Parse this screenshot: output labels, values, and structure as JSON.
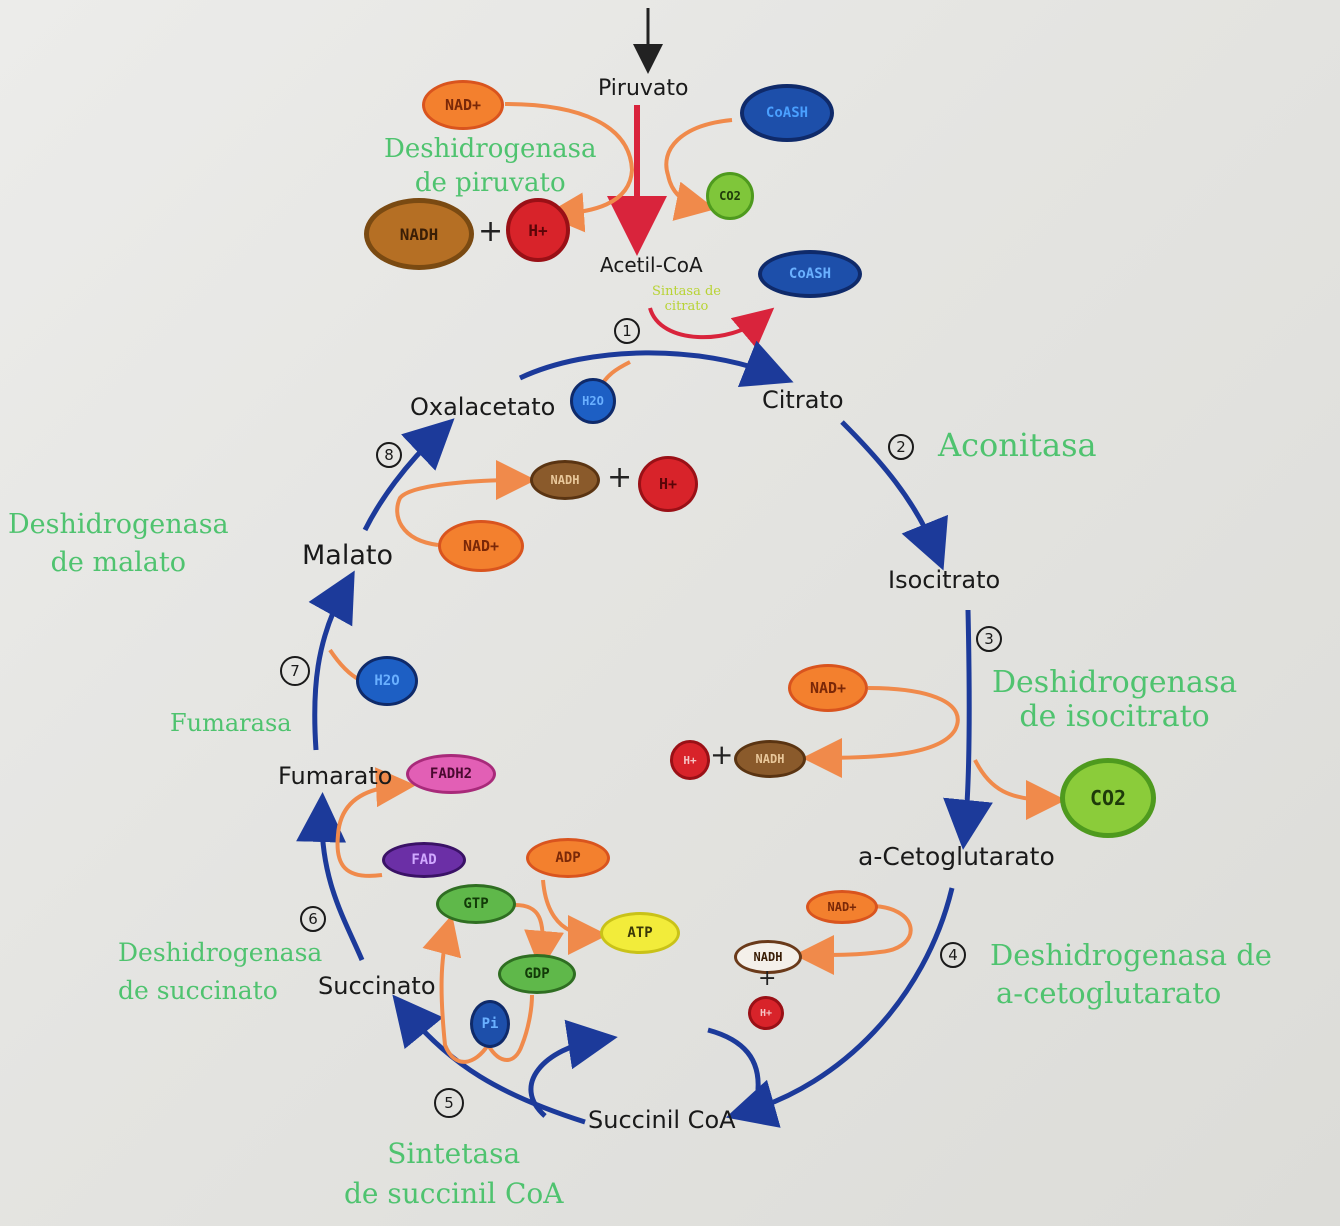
{
  "metabolites": {
    "piruvato": "Piruvato",
    "acetil_coa": "Acetil-CoA",
    "oxalacetato": "Oxalacetato",
    "citrato": "Citrato",
    "isocitrato": "Isocitrato",
    "a_cetoglutarato": "a-Cetoglutarato",
    "succinil_coa": "Succinil CoA",
    "succinato": "Succinato",
    "fumarato": "Fumarato",
    "malato": "Malato"
  },
  "enzymes": {
    "pdh": [
      "Deshidrogenasa",
      "de piruvato"
    ],
    "citrato_sintasa": [
      "Sintasa de",
      "citrato"
    ],
    "aconitasa": "Aconitasa",
    "idh": [
      "Deshidrogenasa",
      "de isocitrato"
    ],
    "akgdh": [
      "Deshidrogenasa de",
      "a-cetoglutarato"
    ],
    "scs": [
      "Sintetasa",
      "de succinil CoA"
    ],
    "sdh": [
      "Deshidrogenasa",
      "de succinato"
    ],
    "fumarasa": "Fumarasa",
    "mdh": [
      "Deshidrogenasa",
      "de malato"
    ]
  },
  "steps": [
    "1",
    "2",
    "3",
    "4",
    "5",
    "6",
    "7",
    "8"
  ],
  "cofactors": {
    "nad_pdh": "NAD+",
    "coash_in": "CoASH",
    "co2_pdh": "CO2",
    "nadh_pdh": "NADH",
    "h_pdh": "H+",
    "coash_out": "CoASH",
    "h2o_cs": "H2O",
    "nad_idh": "NAD+",
    "h_idh": "H+",
    "nadh_idh": "NADH",
    "co2_idh": "CO2",
    "nad_akg": "NAD+",
    "nadh_akg": "NADH",
    "h_akg": "H+",
    "adp": "ADP",
    "gtp": "GTP",
    "atp": "ATP",
    "gdp": "GDP",
    "pi": "Pi",
    "fad": "FAD",
    "fadh2": "FADH2",
    "h2o_fum": "H2O",
    "nadh_mdh": "NADH",
    "h_mdh": "H+",
    "nad_mdh": "NAD+"
  },
  "plus": "+",
  "colors": {
    "cycle_arrow": "#1c3a9a",
    "side_arrow": "#f08a4b",
    "pdh_arrow": "#d9243c",
    "enzyme_text": "#4fc36f",
    "nad": "#f3802e",
    "nadh": "#8a5a2b",
    "h_plus": "#d8232a",
    "coash": "#1d4faa",
    "co2": "#7fc63a",
    "fad": "#6b2fa6",
    "fadh2": "#e25fb5",
    "gtp": "#5fb84a",
    "atp": "#f2ec3a",
    "pi": "#1d4faa"
  }
}
